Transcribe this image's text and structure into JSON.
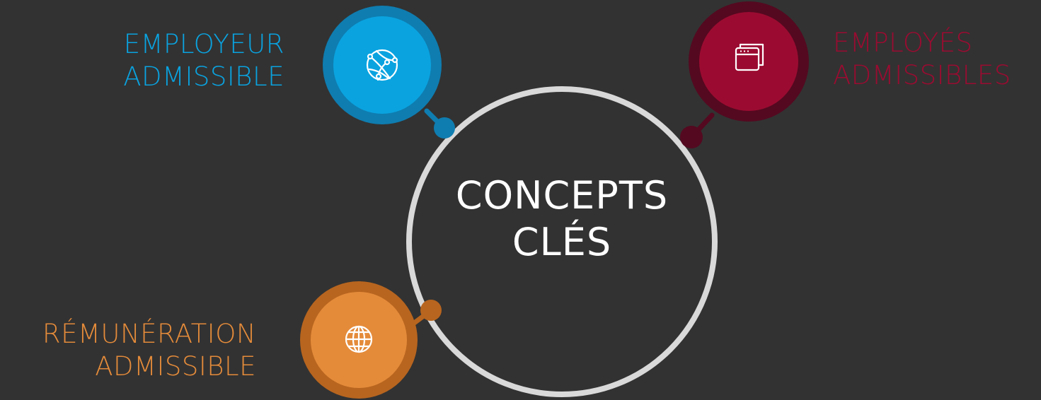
{
  "center": {
    "line1": "CONCEPTS",
    "line2": "CLÉS"
  },
  "nodes": {
    "employer": {
      "line1": "EMPLOYEUR",
      "line2": "ADMISSIBLE",
      "icon": "network-globe-icon",
      "color": "#0aa3e0",
      "ring_color": "#0f7db0"
    },
    "employees": {
      "line1": "EMPLOYÉS",
      "line2": "ADMISSIBLES",
      "icon": "browser-windows-icon",
      "color": "#9b0b31",
      "ring_color": "#540920"
    },
    "remuneration": {
      "line1": "RÉMUNÉRATION",
      "line2": "ADMISSIBLE",
      "icon": "globe-icon",
      "color": "#e48b3a",
      "ring_color": "#b8651f"
    }
  },
  "colors": {
    "background": "#323232",
    "center_ring": "#d9d9d9",
    "center_text": "#ffffff"
  }
}
